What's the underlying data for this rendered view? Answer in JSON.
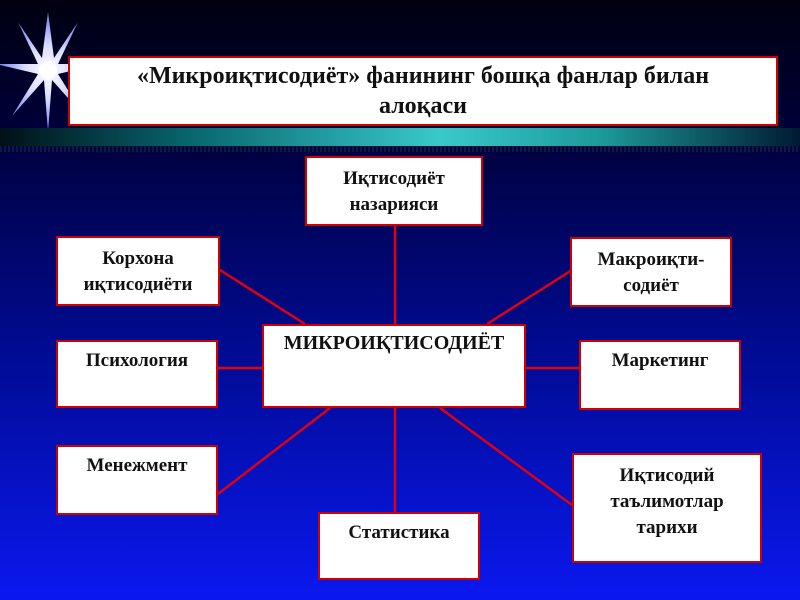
{
  "title": "«Микроиқтисодиёт» фанининг бошқа фанлар билан алоқаси",
  "center": "МИКРОИҚТИСОДИЁТ",
  "nodes": {
    "top": "Иқтисодиёт\nназарияси",
    "top_left": "Корхона\nиқтисодиёти",
    "mid_left": "Психология",
    "bottom_left": "Менежмент",
    "bottom": "Статистика",
    "top_right": "Макроиқти-\nсодиёт",
    "mid_right": "Маркетинг",
    "bottom_right": "Иқтисодий\nтаълимотлар\nтарихи"
  },
  "colors": {
    "border": "#d00000",
    "connector": "#e00010",
    "box_fill": "#ffffff",
    "background_top": "#000010",
    "background_bottom": "#0a18f0"
  },
  "icons": [
    "star-icon"
  ]
}
